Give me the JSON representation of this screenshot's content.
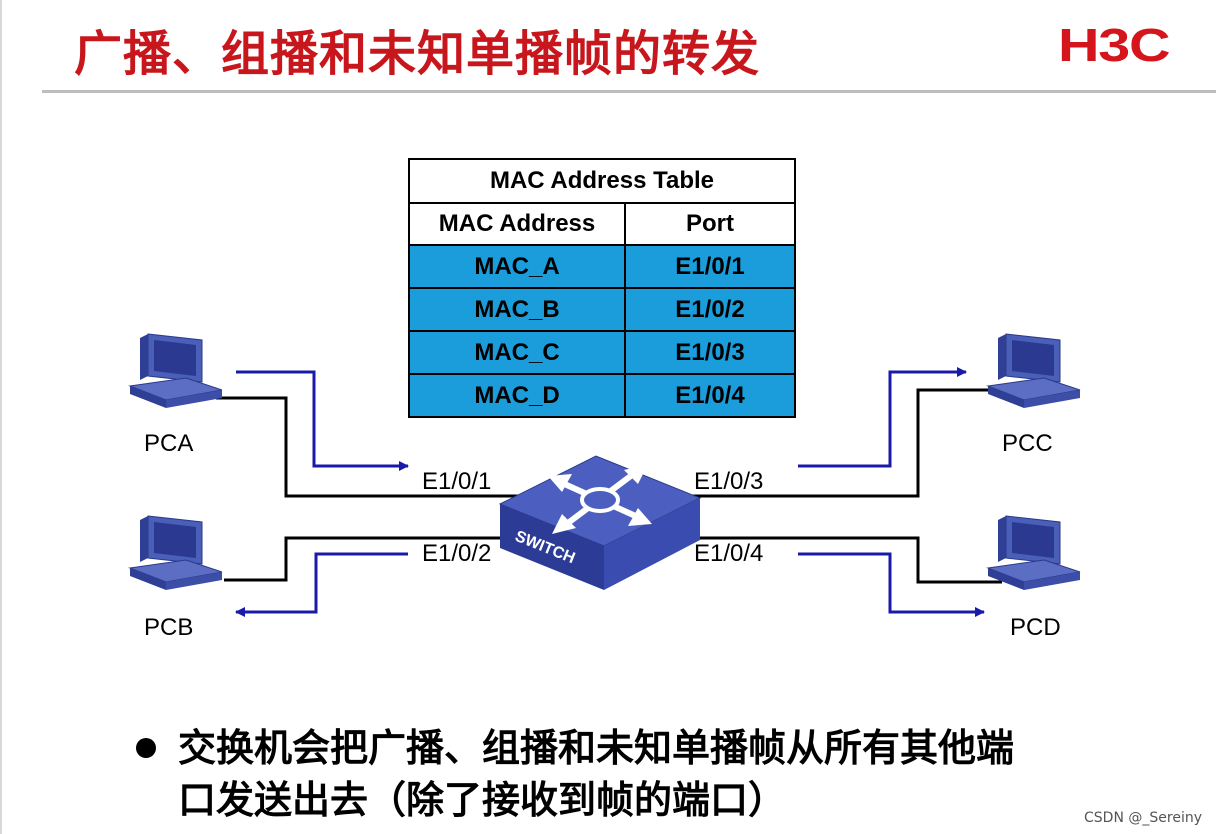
{
  "slide": {
    "title": "广播、组播和未知单播帧的转发",
    "logo_text": "H3C",
    "accent_color": "#c8161d"
  },
  "mac_table": {
    "caption": "MAC Address Table",
    "headers": [
      "MAC Address",
      "Port"
    ],
    "rows": [
      {
        "mac": "MAC_A",
        "port": "E1/0/1"
      },
      {
        "mac": "MAC_B",
        "port": "E1/0/2"
      },
      {
        "mac": "MAC_C",
        "port": "E1/0/3"
      },
      {
        "mac": "MAC_D",
        "port": "E1/0/4"
      }
    ],
    "row_color": "#1b9ddb"
  },
  "diagram": {
    "pcs": {
      "pca": "PCA",
      "pcb": "PCB",
      "pcc": "PCC",
      "pcd": "PCD"
    },
    "ports": {
      "p1": "E1/0/1",
      "p2": "E1/0/2",
      "p3": "E1/0/3",
      "p4": "E1/0/4"
    },
    "switch_label": "SWITCH",
    "arrow_color": "#1a1aa8",
    "switch_color": "#3a4cb0"
  },
  "bullet": {
    "line1": "交换机会把广播、组播和未知单播帧从所有其他端",
    "line2": "口发送出去（除了接收到帧的端口）"
  },
  "credit": "CSDN @_Sereiny"
}
